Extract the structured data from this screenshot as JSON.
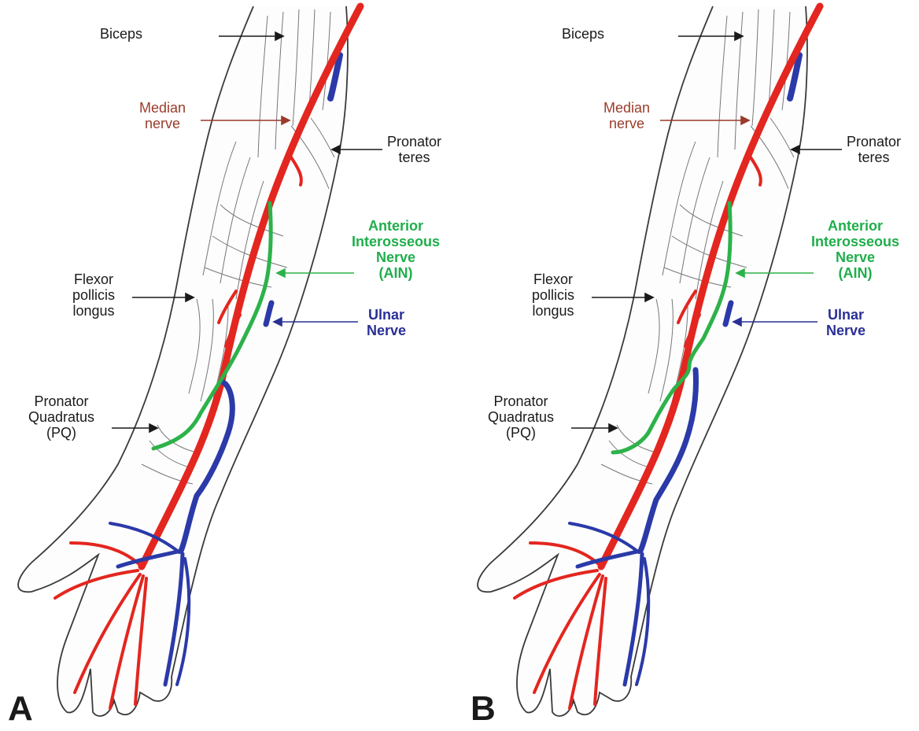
{
  "panels": [
    {
      "letter": "A",
      "labels": {
        "biceps": "Biceps",
        "median": [
          "Median",
          "nerve"
        ],
        "pronator_teres": [
          "Pronator",
          "teres"
        ],
        "ain": [
          "Anterior",
          "Interosseous",
          "Nerve",
          "(AIN)"
        ],
        "ulnar": [
          "Ulnar",
          "Nerve"
        ],
        "fpl": [
          "Flexor",
          "pollicis",
          "longus"
        ],
        "pq": [
          "Pronator",
          "Quadratus",
          "(PQ)"
        ]
      }
    },
    {
      "letter": "B",
      "labels": {
        "biceps": "Biceps",
        "median": [
          "Median",
          "nerve"
        ],
        "pronator_teres": [
          "Pronator",
          "teres"
        ],
        "ain": [
          "Anterior",
          "Interosseous",
          "Nerve",
          "(AIN)"
        ],
        "ulnar": [
          "Ulnar",
          "Nerve"
        ],
        "fpl": [
          "Flexor",
          "pollicis",
          "longus"
        ],
        "pq": [
          "Pronator",
          "Quadratus",
          "(PQ)"
        ]
      }
    }
  ],
  "colors": {
    "median_nerve": "#e3261f",
    "ulnar_nerve": "#2b3aa8",
    "ain": "#2db24a",
    "outline": "#3a3a3a",
    "label_median": "#9a3b2a",
    "label_ain": "#1fae4b",
    "label_ulnar": "#2a2f95"
  }
}
